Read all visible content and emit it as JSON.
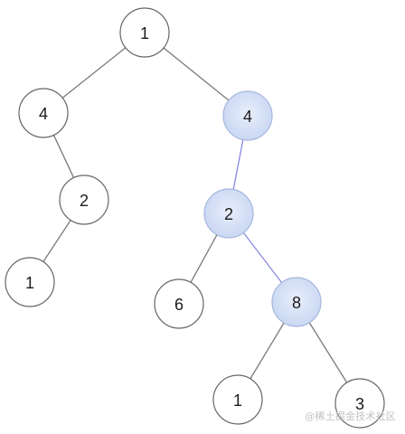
{
  "diagram": {
    "nodes": [
      {
        "id": "n1",
        "label": "1",
        "highlighted": false
      },
      {
        "id": "n2",
        "label": "4",
        "highlighted": false
      },
      {
        "id": "n3",
        "label": "4",
        "highlighted": true
      },
      {
        "id": "n4",
        "label": "2",
        "highlighted": false
      },
      {
        "id": "n5",
        "label": "1",
        "highlighted": false
      },
      {
        "id": "n6",
        "label": "2",
        "highlighted": true
      },
      {
        "id": "n7",
        "label": "6",
        "highlighted": false
      },
      {
        "id": "n8",
        "label": "8",
        "highlighted": true
      },
      {
        "id": "n9",
        "label": "1",
        "highlighted": false
      },
      {
        "id": "n10",
        "label": "3",
        "highlighted": false
      }
    ],
    "edges": [
      {
        "from": "n1",
        "to": "n2",
        "highlighted": false
      },
      {
        "from": "n1",
        "to": "n3",
        "highlighted": false
      },
      {
        "from": "n2",
        "to": "n4",
        "highlighted": false
      },
      {
        "from": "n4",
        "to": "n5",
        "highlighted": false
      },
      {
        "from": "n3",
        "to": "n6",
        "highlighted": true
      },
      {
        "from": "n6",
        "to": "n7",
        "highlighted": false
      },
      {
        "from": "n6",
        "to": "n8",
        "highlighted": true
      },
      {
        "from": "n8",
        "to": "n9",
        "highlighted": false
      },
      {
        "from": "n8",
        "to": "n10",
        "highlighted": false
      }
    ],
    "colors": {
      "node_fill": "#ffffff",
      "node_stroke": "#666666",
      "highlight_fill": "#d3def5",
      "highlight_stroke": "#a6b8de",
      "edge": "#7a7a7a",
      "edge_highlight": "#7f7fe0"
    }
  },
  "watermark": "@稀土掘金技术社区"
}
